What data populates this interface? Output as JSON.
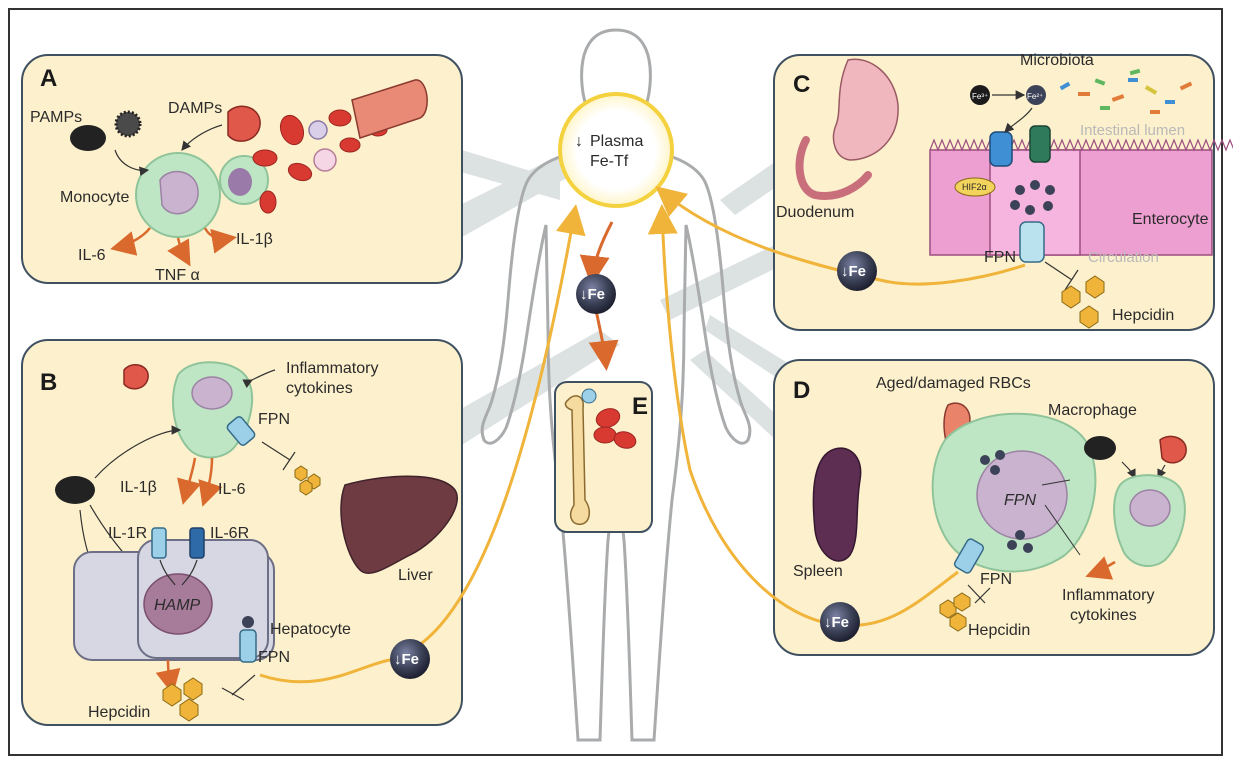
{
  "center": {
    "plasma_arrow": "↓",
    "plasma_line1": "Plasma",
    "plasma_line2": "Fe-Tf",
    "fe_label": "↓Fe",
    "panel_e_letter": "E"
  },
  "panel_a": {
    "letter": "A",
    "pamps": "PAMPs",
    "damps": "DAMPs",
    "monocyte": "Monocyte",
    "il6": "IL-6",
    "tnf": "TNF α",
    "il1b": "IL-1β"
  },
  "panel_b": {
    "letter": "B",
    "inflammatory_line1": "Inflammatory",
    "inflammatory_line2": "cytokines",
    "fpn_top": "FPN",
    "il1b": "IL-1β",
    "il6": "IL-6",
    "il1r": "IL-1R",
    "il6r": "IL-6R",
    "hamp": "HAMP",
    "liver": "Liver",
    "hepatocyte": "Hepatocyte",
    "fpn_bottom": "FPN",
    "hepcidin": "Hepcidin",
    "fe_label": "↓Fe"
  },
  "panel_c": {
    "letter": "C",
    "microbiota": "Microbiota",
    "intestinal_lumen": "Intestinal lumen",
    "duodenum": "Duodenum",
    "hif2a": "HIF2α",
    "fe3": "Fe³⁺",
    "fe2": "Fe²⁺",
    "enterocyte": "Enterocyte",
    "fpn": "FPN",
    "circulation": "Circulation",
    "hepcidin": "Hepcidin",
    "fe_label": "↓Fe"
  },
  "panel_d": {
    "letter": "D",
    "aged_rbcs": "Aged/damaged RBCs",
    "macrophage": "Macrophage",
    "fpn_inner": "FPN",
    "spleen": "Spleen",
    "fpn": "FPN",
    "hepcidin": "Hepcidin",
    "inflammatory_line1": "Inflammatory",
    "inflammatory_line2": "cytokines",
    "fe_label": "↓Fe"
  },
  "colors": {
    "panel_fill": "#fdf0cc",
    "panel_stroke": "#3f5161",
    "arrow_orange": "#d9692c",
    "arrow_gold": "#f0b43a",
    "fe_ball": "#3c4257",
    "cell_green": "#bfe6c4",
    "nucleus_purple": "#c9b3cf",
    "rbc_red": "#d83a32",
    "liver_brown": "#6e3b42",
    "spleen_purple": "#5d2d52",
    "enterocyte_pink": "#ee9fd1",
    "beam_grey": "#cfd6d6"
  }
}
